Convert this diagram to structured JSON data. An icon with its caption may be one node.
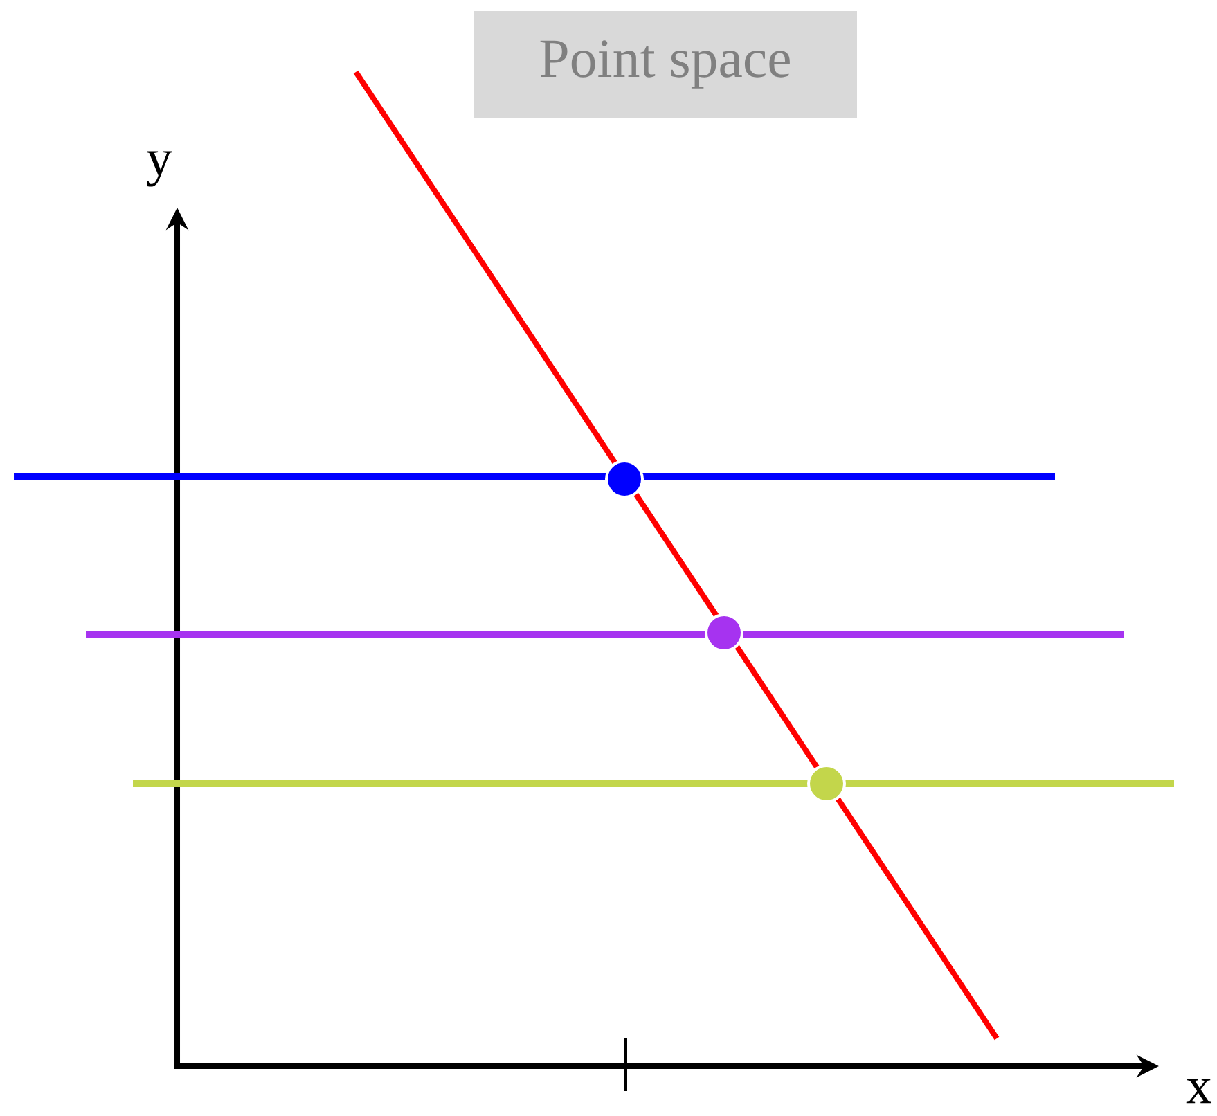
{
  "diagram": {
    "title": "Point space",
    "labels": [
      "y",
      "x"
    ]
  }
}
